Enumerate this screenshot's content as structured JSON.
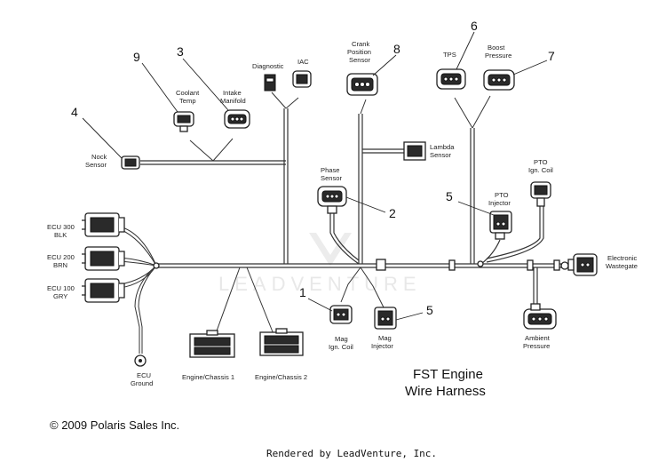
{
  "title_line1": "FST Engine",
  "title_line2": "Wire Harness",
  "copyright": "© 2009 Polaris Sales Inc.",
  "rendered_by": "Rendered by LeadVenture, Inc.",
  "watermark": "LEADVENTURE",
  "labels": {
    "diagnostic": "Diagnostic",
    "iac": "IAC",
    "crank_l1": "Crank",
    "crank_l2": "Position",
    "crank_l3": "Sensor",
    "tps": "TPS",
    "boost_l1": "Boost",
    "boost_l2": "Pressure",
    "coolant_l1": "Coolant",
    "coolant_l2": "Temp",
    "intake_l1": "Intake",
    "intake_l2": "Manifold",
    "nock_l1": "Nock",
    "nock_l2": "Sensor",
    "lambda_l1": "Lambda",
    "lambda_l2": "Sensor",
    "phase_l1": "Phase",
    "phase_l2": "Sensor",
    "pto_coil_l1": "PTO",
    "pto_coil_l2": "Ign. Coil",
    "pto_inj_l1": "PTO",
    "pto_inj_l2": "Injector",
    "ecu300_l1": "ECU 300",
    "ecu300_l2": "BLK",
    "ecu200_l1": "ECU 200",
    "ecu200_l2": "BRN",
    "ecu100_l1": "ECU 100",
    "ecu100_l2": "GRY",
    "ecu_ground_l1": "ECU",
    "ecu_ground_l2": "Ground",
    "engine_chassis_1": "Engine/Chassis 1",
    "engine_chassis_2": "Engine/Chassis 2",
    "mag_coil_l1": "Mag",
    "mag_coil_l2": "Ign. Coil",
    "mag_inj_l1": "Mag",
    "mag_inj_l2": "Injector",
    "ambient_l1": "Ambient",
    "ambient_l2": "Pressure",
    "wastegate_l1": "Electronic",
    "wastegate_l2": "Wastegate"
  },
  "callouts": {
    "n1": "1",
    "n2": "2",
    "n3": "3",
    "n4": "4",
    "n5a": "5",
    "n5b": "5",
    "n6": "6",
    "n7": "7",
    "n8": "8",
    "n9": "9"
  }
}
